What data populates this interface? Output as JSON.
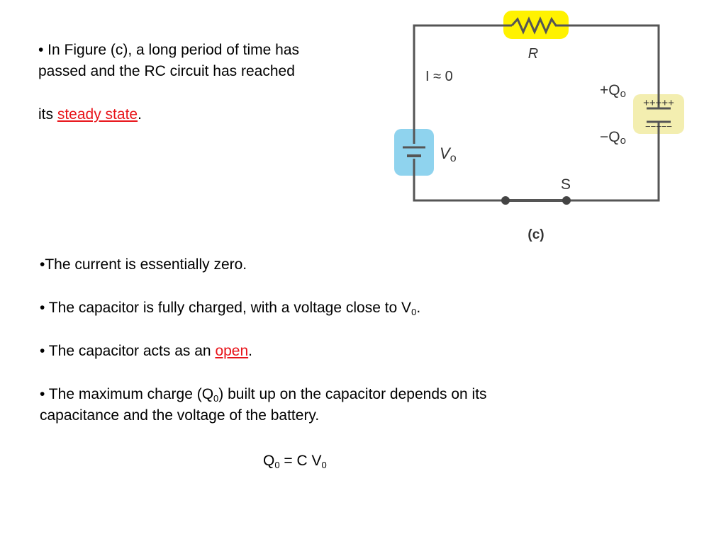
{
  "intro": {
    "line1": "• In Figure (c), a long period of time has",
    "line2": "passed and the RC circuit has reached",
    "line3_prefix": "its ",
    "line3_link": "steady state",
    "line3_suffix": "."
  },
  "bullets": {
    "b1": "•The current is essentially zero.",
    "b2_text": "• The capacitor is fully charged, with a voltage close to V",
    "b2_sub": "0",
    "b2_suffix": ".",
    "b3_prefix": "• The capacitor acts as an ",
    "b3_link": "open",
    "b3_suffix": ".",
    "b4_text1": "• The maximum charge (Q",
    "b4_sub": "0",
    "b4_text2": ") built up on the capacitor depends on its",
    "b4_line2": "capacitance and the voltage of the battery."
  },
  "equation": {
    "q": "Q",
    "q_sub": "0",
    "middle": " = C V",
    "v_sub": "0"
  },
  "circuit": {
    "resistor_label": "R",
    "current_label": "I ≈ 0",
    "plus_charge": "+Q",
    "plus_charge_sub": "o",
    "minus_charge": "−Q",
    "minus_charge_sub": "o",
    "plus_signs": "+++++",
    "minus_signs": "−−−−−",
    "battery_label": "V",
    "battery_label_sub": "o",
    "switch_label": "S",
    "figure_label": "(c)"
  },
  "colors": {
    "link": "#e8141a",
    "resistor_highlight": "#fff200",
    "capacitor_highlight": "#f3eeb0",
    "battery_highlight": "#8fd3ee",
    "wire": "#555555"
  }
}
